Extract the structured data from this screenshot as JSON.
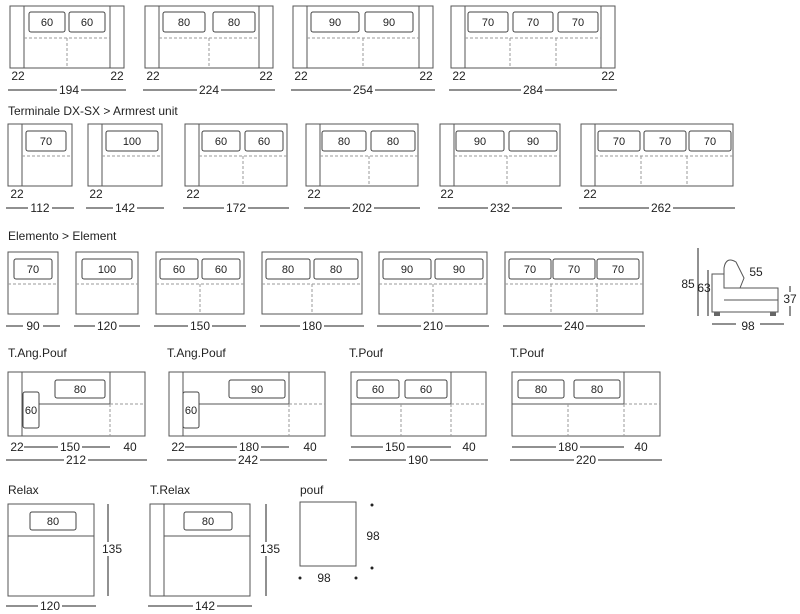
{
  "sections": {
    "row1": {
      "title": ""
    },
    "row2": {
      "title": "Terminale DX-SX > Armrest unit"
    },
    "row3": {
      "title": "Elemento > Element"
    },
    "row4": {
      "titles": [
        "T.Ang.Pouf",
        "T.Ang.Pouf",
        "T.Pouf",
        "T.Pouf"
      ]
    },
    "row5": {
      "titles": [
        "Relax",
        "T.Relax",
        "pouf"
      ]
    }
  },
  "row1": [
    {
      "cushions": [
        "60",
        "60"
      ],
      "arm_l": "22",
      "arm_r": "22",
      "total": "194"
    },
    {
      "cushions": [
        "80",
        "80"
      ],
      "arm_l": "22",
      "arm_r": "22",
      "total": "224"
    },
    {
      "cushions": [
        "90",
        "90"
      ],
      "arm_l": "22",
      "arm_r": "22",
      "total": "254"
    },
    {
      "cushions": [
        "70",
        "70",
        "70"
      ],
      "arm_l": "22",
      "arm_r": "22",
      "total": "284"
    }
  ],
  "row2": [
    {
      "cushions": [
        "70"
      ],
      "arm": "22",
      "total": "112"
    },
    {
      "cushions": [
        "100"
      ],
      "arm": "22",
      "total": "142"
    },
    {
      "cushions": [
        "60",
        "60"
      ],
      "arm": "22",
      "total": "172"
    },
    {
      "cushions": [
        "80",
        "80"
      ],
      "arm": "22",
      "total": "202"
    },
    {
      "cushions": [
        "90",
        "90"
      ],
      "arm": "22",
      "total": "232"
    },
    {
      "cushions": [
        "70",
        "70",
        "70"
      ],
      "arm": "22",
      "total": "262"
    }
  ],
  "row3": [
    {
      "cushions": [
        "70"
      ],
      "total": "90"
    },
    {
      "cushions": [
        "100"
      ],
      "total": "120"
    },
    {
      "cushions": [
        "60",
        "60"
      ],
      "total": "150"
    },
    {
      "cushions": [
        "80",
        "80"
      ],
      "total": "180"
    },
    {
      "cushions": [
        "90",
        "90"
      ],
      "total": "210"
    },
    {
      "cushions": [
        "70",
        "70",
        "70"
      ],
      "total": "240"
    }
  ],
  "side": {
    "back_height": "85",
    "seat_depth": "55",
    "arm_height": "63",
    "seat_height": "37",
    "depth": "98"
  },
  "row4": [
    {
      "side_cushion": "60",
      "cushion": "80",
      "arm": "22",
      "seat": "150",
      "pouf": "40",
      "total": "212"
    },
    {
      "side_cushion": "60",
      "cushion": "90",
      "arm": "22",
      "seat": "180",
      "pouf": "40",
      "total": "242"
    },
    {
      "cushions": [
        "60",
        "60"
      ],
      "seat": "150",
      "pouf": "40",
      "total": "190"
    },
    {
      "cushions": [
        "80",
        "80"
      ],
      "seat": "180",
      "pouf": "40",
      "total": "220"
    }
  ],
  "row5": [
    {
      "cushion": "80",
      "width": "120",
      "depth": "135"
    },
    {
      "cushion": "80",
      "width": "142",
      "depth": "135"
    },
    {
      "width": "98",
      "depth": "98"
    }
  ]
}
